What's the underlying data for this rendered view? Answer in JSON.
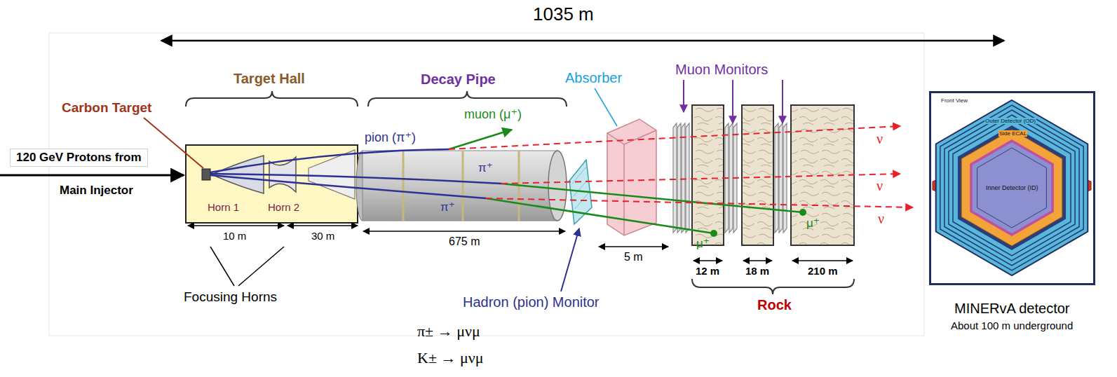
{
  "diagram": {
    "nodes": [
      {
        "text": [
          "Target Hall"
        ]
      },
      {
        "text": [
          "Front View",
          "MINERvA detector",
          "About 100 m underground"
        ]
      },
      {
        "text": [
          "Inner Detector (ID)"
        ],
        "in": 1
      }
    ],
    "labels": [
      "1035 m",
      "Carbon Target",
      "120 GeV Protons from",
      "Main Injector",
      "Horn 1",
      "Horn 2",
      "10 m",
      "30 m",
      "Focusing Horns",
      "Decay Pipe",
      "pion (π⁺)",
      "muon (μ⁺)",
      "π⁺",
      "π⁺",
      "675 m",
      "Absorber",
      "Hadron (pion) Monitor",
      "5 m",
      "Muon Monitors",
      "ν",
      "ν",
      "ν",
      "μ⁺",
      "μ⁺",
      "12 m",
      "18 m",
      "210 m",
      "Rock",
      "π± → μνμ",
      "K± → μνμ",
      "Outer Detector (OD)",
      "Side ECAL"
    ]
  }
}
